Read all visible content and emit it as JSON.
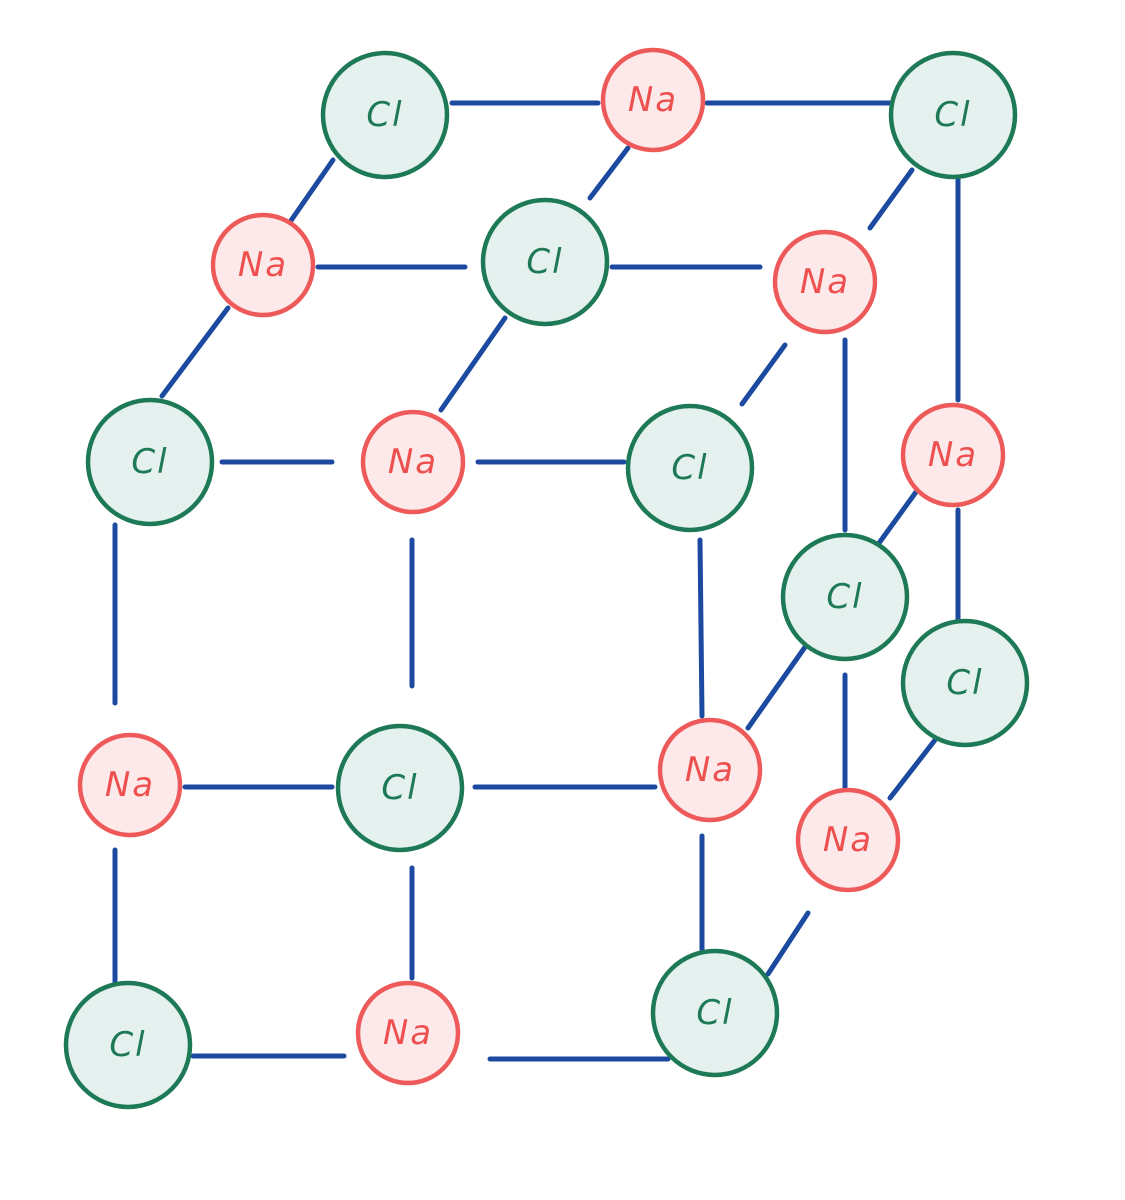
{
  "colors": {
    "bond": "#1b4aa0",
    "cl_stroke": "#1e7a56",
    "cl_fill": "#e4f1ee",
    "cl_text": "#1e7a56",
    "na_stroke": "#ee5a5a",
    "na_fill": "#fde9e9",
    "na_text": "#ee4f4f",
    "background": "#ffffff"
  },
  "ion_types": {
    "cl": {
      "label": "Cl"
    },
    "na": {
      "label": "Na"
    }
  },
  "ions": [
    {
      "id": "cl-1",
      "type": "cl"
    },
    {
      "id": "na-1",
      "type": "na"
    },
    {
      "id": "cl-2",
      "type": "cl"
    },
    {
      "id": "na-2",
      "type": "na"
    },
    {
      "id": "cl-3",
      "type": "cl"
    },
    {
      "id": "na-3",
      "type": "na"
    },
    {
      "id": "cl-4",
      "type": "cl"
    },
    {
      "id": "na-4",
      "type": "na"
    },
    {
      "id": "cl-5",
      "type": "cl"
    },
    {
      "id": "na-5",
      "type": "na"
    },
    {
      "id": "cl-6",
      "type": "cl"
    },
    {
      "id": "na-6",
      "type": "na"
    },
    {
      "id": "cl-7",
      "type": "cl"
    },
    {
      "id": "na-7",
      "type": "na"
    },
    {
      "id": "cl-8",
      "type": "cl"
    },
    {
      "id": "na-8",
      "type": "na"
    },
    {
      "id": "cl-9",
      "type": "cl"
    },
    {
      "id": "na-9",
      "type": "na"
    },
    {
      "id": "cl-10",
      "type": "cl"
    },
    {
      "id": "na-10",
      "type": "na"
    },
    {
      "id": "cl-11",
      "type": "cl"
    }
  ]
}
